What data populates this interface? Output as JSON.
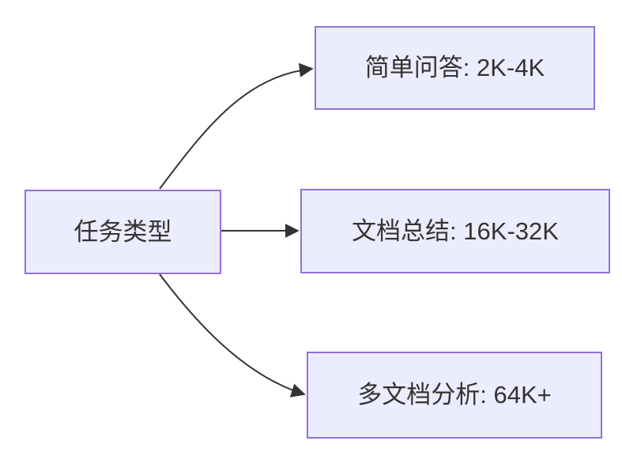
{
  "colors": {
    "node-fill": "#ECECFF",
    "node-border": "#9370DB",
    "edge-line": "#333333",
    "text": "#333333",
    "background": "#FFFFFF"
  },
  "nodes": {
    "root": {
      "label": "任务类型"
    },
    "branches": [
      {
        "label": "简单问答: 2K-4K"
      },
      {
        "label": "文档总结: 16K-32K"
      },
      {
        "label": "多文档分析: 64K+"
      }
    ]
  },
  "edges": [
    {
      "from": "任务类型",
      "to": "简单问答: 2K-4K"
    },
    {
      "from": "任务类型",
      "to": "文档总结: 16K-32K"
    },
    {
      "from": "任务类型",
      "to": "多文档分析: 64K+"
    }
  ]
}
